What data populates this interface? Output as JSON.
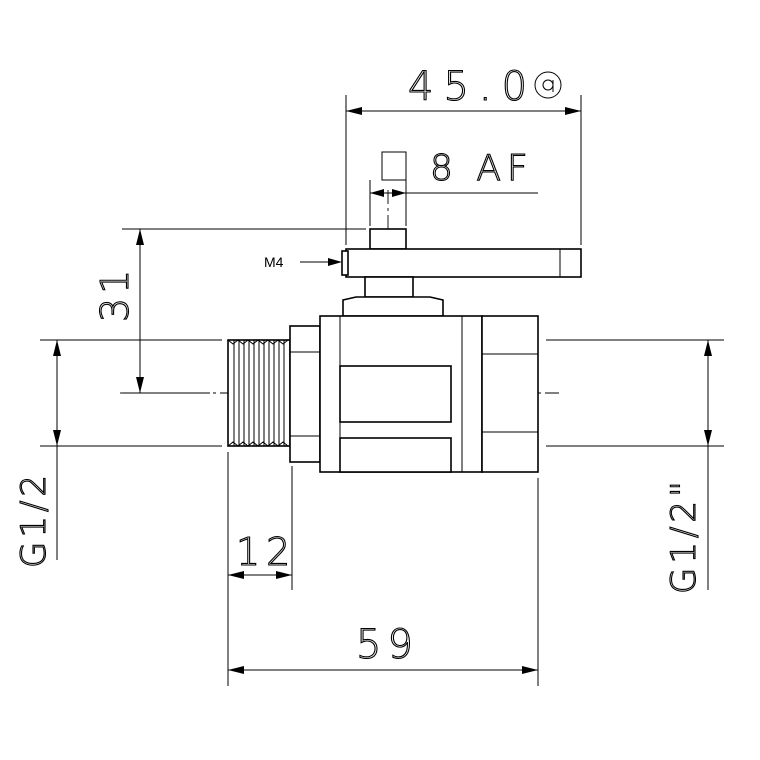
{
  "labels": {
    "handle_length": "45.0",
    "square_drive": "8 AF",
    "handle_screw": "M4",
    "handle_height": "31",
    "male_thread": "G1/2",
    "female_thread": "G1/2\"",
    "thread_length": "12",
    "overall_length": "59"
  }
}
